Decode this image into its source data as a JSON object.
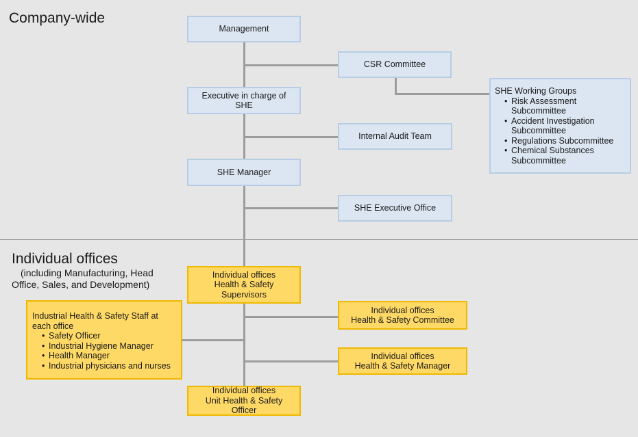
{
  "sections": {
    "company_wide": "Company-wide",
    "individual_offices": "Individual offices",
    "individual_offices_sub_1": "(including Manufacturing, Head",
    "individual_offices_sub_2": "Office, Sales, and Development)"
  },
  "company": {
    "management": "Management",
    "csr_committee": "CSR Committee",
    "executive_line1": "Executive in charge of",
    "executive_line2": "SHE",
    "internal_audit": "Internal Audit Team",
    "she_manager": "SHE Manager",
    "she_executive_office": "SHE Executive Office",
    "working_groups": {
      "title": "SHE Working Groups",
      "items": [
        {
          "line1": "Risk Assessment",
          "line2": "Subcommittee"
        },
        {
          "line1": "Accident Investigation",
          "line2": "Subcommittee"
        },
        {
          "line1": "Regulations Subcommittee",
          "line2": ""
        },
        {
          "line1": "Chemical Substances",
          "line2": "Subcommittee"
        }
      ]
    }
  },
  "offices": {
    "supervisors": [
      "Individual offices",
      "Health & Safety",
      "Supervisors"
    ],
    "committee": [
      "Individual offices",
      "Health & Safety Committee"
    ],
    "manager": [
      "Individual offices",
      "Health & Safety Manager"
    ],
    "unit_officer": [
      "Individual offices",
      "Unit Health & Safety",
      "Officer"
    ],
    "staff": {
      "title_line1": "Industrial Health & Safety Staff at",
      "title_line2": "each office",
      "items": [
        "Safety Officer",
        "Industrial Hygiene Manager",
        "Health Manager",
        "Industrial physicians and nurses"
      ]
    }
  },
  "colors": {
    "blue_fill": "#dce6f2",
    "blue_border": "#b7cde5",
    "gold_fill": "#ffd966",
    "gold_border": "#f0b800",
    "connector": "#9c9c9c",
    "background": "#e6e6e6"
  }
}
